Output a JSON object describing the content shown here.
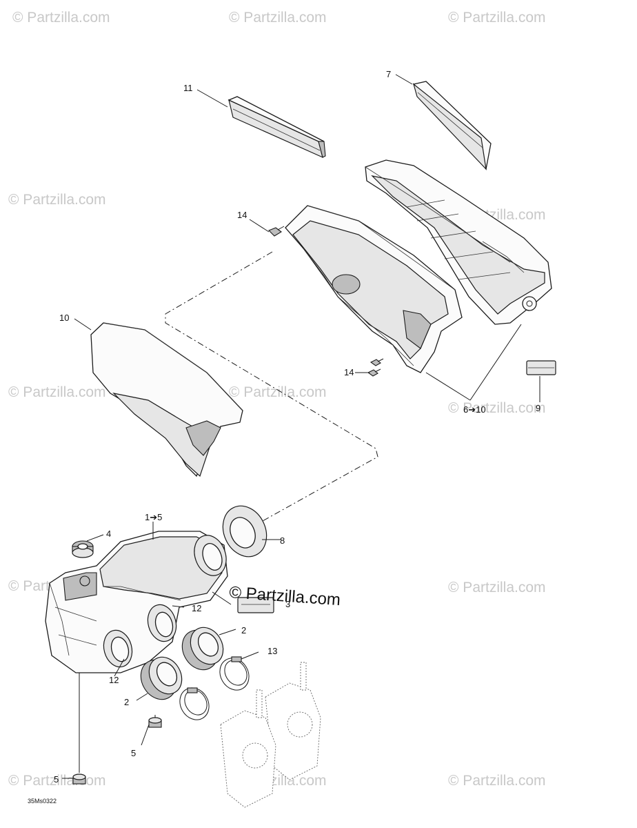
{
  "watermarks": [
    "© Partzilla.com",
    "© Partzilla.com",
    "© Partzilla.com",
    "© Partzilla.com",
    "© Partzilla.com",
    "© Partzilla.com",
    "© Partzilla.com",
    "© Partzilla.com",
    "© Partzilla.com",
    "© Partzilla.com",
    "© Partzilla.com",
    "© Partzilla.com",
    "© Partzilla.com"
  ],
  "center_watermark": "© Partzilla.com",
  "callouts": {
    "c11": "11",
    "c7": "7",
    "c14a": "14",
    "c14b": "14",
    "c10": "10",
    "c6_10": "6➔10",
    "c9": "9",
    "c1_5": "1➔5",
    "c4": "4",
    "c8": "8",
    "c3": "3",
    "c12a": "12",
    "c12b": "12",
    "c2a": "2",
    "c2b": "2",
    "c13": "13",
    "c5a": "5",
    "c5b": "5"
  },
  "diagram_code": "35Ms0322"
}
